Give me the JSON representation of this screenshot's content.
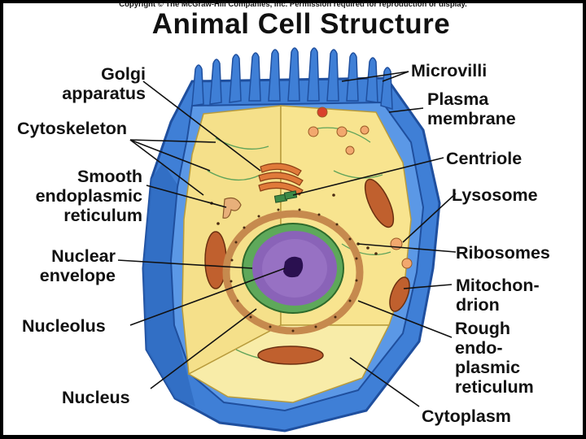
{
  "copyright": "Copyright © The McGraw-Hill Companies, Inc. Permission required for reproduction or display.",
  "title": "Animal Cell Structure",
  "labels": {
    "golgi": "Golgi\napparatus",
    "cytoskeleton": "Cytoskeleton",
    "smooth_er": "Smooth\nendoplasmic\nreticulum",
    "nuclear_envelope": "Nuclear\nenvelope",
    "nucleolus": "Nucleolus",
    "nucleus": "Nucleus",
    "microvilli": "Microvilli",
    "plasma_membrane": "Plasma\nmembrane",
    "centriole": "Centriole",
    "lysosome": "Lysosome",
    "ribosomes": "Ribosomes",
    "mitochondrion": "Mitochon-\ndrion",
    "rough_er": "Rough\nendo-\nplasmic\nreticulum",
    "cytoplasm": "Cytoplasm"
  },
  "colors": {
    "membrane_blue": "#3f7fd6",
    "membrane_dark": "#1f4f9e",
    "cytoplasm": "#f5e08a",
    "cytoplasm_cut": "#f8eca8",
    "nucleus": "#8a63b8",
    "nuclear_envelope": "#5ea85a",
    "organelle": "#d98a4a"
  }
}
